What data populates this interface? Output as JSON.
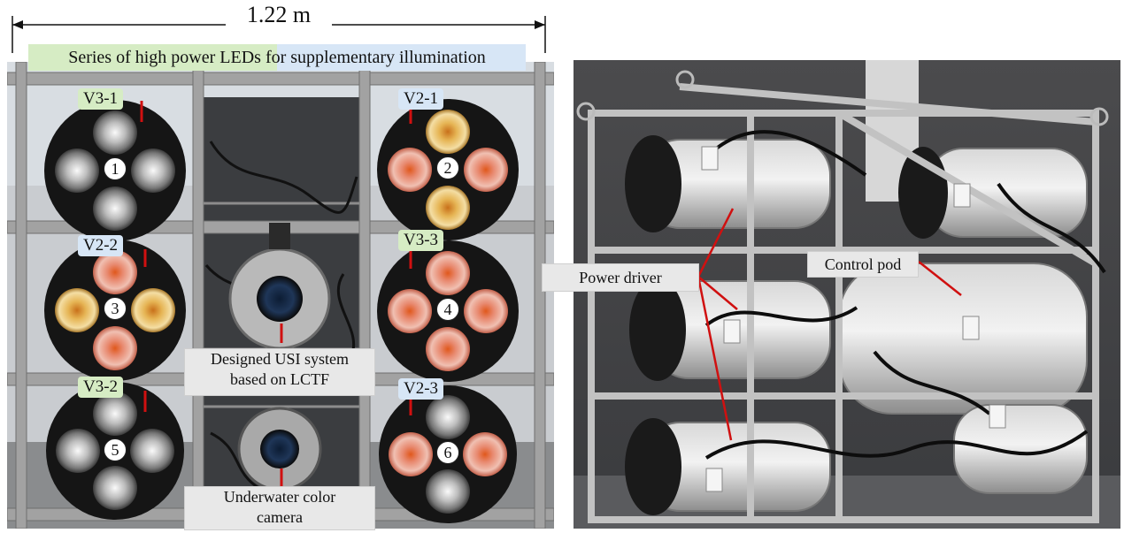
{
  "left_panel": {
    "dimension_label": "1.22 m",
    "banner": "Series of high power LEDs for supplementary illumination",
    "led_modules": [
      {
        "tag": "V3-1",
        "number": "1"
      },
      {
        "tag": "V2-1",
        "number": "2"
      },
      {
        "tag": "V2-2",
        "number": "3"
      },
      {
        "tag": "V3-3",
        "number": "4"
      },
      {
        "tag": "V3-2",
        "number": "5"
      },
      {
        "tag": "V2-3",
        "number": "6"
      }
    ],
    "usi_label_line1": "Designed USI system",
    "usi_label_line2": "based on LCTF",
    "camera_label_line1": "Underwater color",
    "camera_label_line2": "camera"
  },
  "right_panel": {
    "power_driver_label": "Power driver",
    "control_pod_label": "Control pod"
  },
  "colors": {
    "tag_green": "#d6ecc4",
    "tag_blue": "#d7e6f6",
    "pointer_red": "#d01010",
    "frame_metal": "#9a9a9a",
    "led_black": "#151515"
  }
}
